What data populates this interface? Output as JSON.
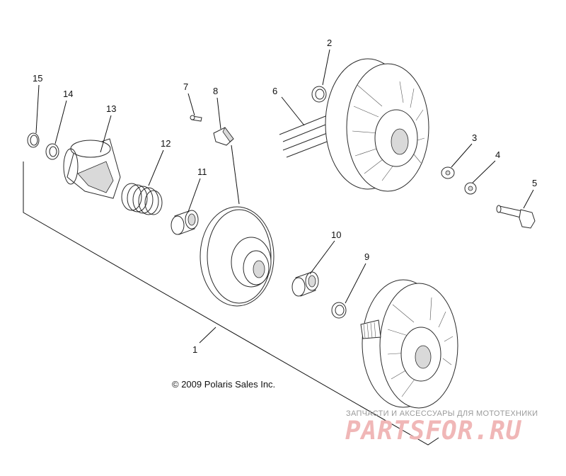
{
  "callouts": [
    {
      "id": "1",
      "label": "1"
    },
    {
      "id": "2",
      "label": "2"
    },
    {
      "id": "3",
      "label": "3"
    },
    {
      "id": "4",
      "label": "4"
    },
    {
      "id": "5",
      "label": "5"
    },
    {
      "id": "6",
      "label": "6"
    },
    {
      "id": "7",
      "label": "7"
    },
    {
      "id": "8",
      "label": "8"
    },
    {
      "id": "9",
      "label": "9"
    },
    {
      "id": "10",
      "label": "10"
    },
    {
      "id": "11",
      "label": "11"
    },
    {
      "id": "12",
      "label": "12"
    },
    {
      "id": "13",
      "label": "13"
    },
    {
      "id": "14",
      "label": "14"
    },
    {
      "id": "15",
      "label": "15"
    }
  ],
  "copyright": "© 2009 Polaris Sales Inc.",
  "watermark": {
    "subtitle": "ЗАПЧАСТИ И АКСЕССУАРЫ ДЛЯ МОТОТЕХНИКИ",
    "logo_text": "PARTSFOR.RU"
  },
  "colors": {
    "line": "#2a2a2a",
    "watermark_logo": "#f0b7b7",
    "watermark_text": "#9a9a9a"
  }
}
